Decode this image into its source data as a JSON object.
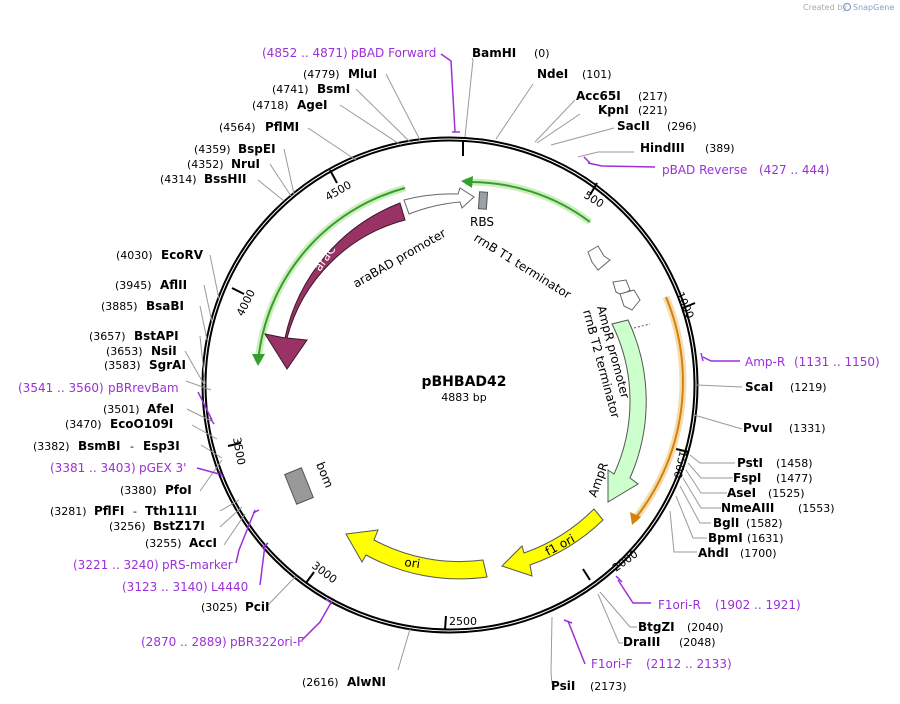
{
  "credit": {
    "created_by": "Created by",
    "brand": "SnapGene"
  },
  "plasmid": {
    "name": "pBHBAD42",
    "size": "4883 bp"
  },
  "ticks": [
    "500",
    "1000",
    "1500",
    "2000",
    "2500",
    "3000",
    "3500",
    "4000",
    "4500"
  ],
  "sites": [
    {
      "name": "BamHI",
      "pos": "(0)"
    },
    {
      "name": "NdeI",
      "pos": "(101)"
    },
    {
      "name": "Acc65I",
      "pos": "(217)"
    },
    {
      "name": "KpnI",
      "pos": "(221)"
    },
    {
      "name": "SacII",
      "pos": "(296)"
    },
    {
      "name": "HindIII",
      "pos": "(389)"
    },
    {
      "name": "ScaI",
      "pos": "(1219)"
    },
    {
      "name": "PvuI",
      "pos": "(1331)"
    },
    {
      "name": "PstI",
      "pos": "(1458)"
    },
    {
      "name": "FspI",
      "pos": "(1477)"
    },
    {
      "name": "AseI",
      "pos": "(1525)"
    },
    {
      "name": "NmeAIII",
      "pos": "(1553)"
    },
    {
      "name": "BglI",
      "pos": "(1582)"
    },
    {
      "name": "BpmI",
      "pos": "(1631)"
    },
    {
      "name": "AhdI",
      "pos": "(1700)"
    },
    {
      "name": "BtgZI",
      "pos": "(2040)"
    },
    {
      "name": "DraIII",
      "pos": "(2048)"
    },
    {
      "name": "PsiI",
      "pos": "(2173)"
    },
    {
      "name": "AlwNI",
      "pos": "(2616)"
    },
    {
      "name": "PciI",
      "pos": "(3025)"
    },
    {
      "name": "AccI",
      "pos": "(3255)"
    },
    {
      "name": "BstZ17I",
      "pos": "(3256)"
    },
    {
      "name": "PflFI",
      "pos": "(3281)"
    },
    {
      "name": "Tth111I",
      "pos": ""
    },
    {
      "name": "PfoI",
      "pos": "(3380)"
    },
    {
      "name": "BsmBI",
      "pos": "(3382)"
    },
    {
      "name": "Esp3I",
      "pos": ""
    },
    {
      "name": "EcoO109I",
      "pos": "(3470)"
    },
    {
      "name": "AfeI",
      "pos": "(3501)"
    },
    {
      "name": "SgrAI",
      "pos": "(3583)"
    },
    {
      "name": "NsiI",
      "pos": "(3653)"
    },
    {
      "name": "BstAPI",
      "pos": "(3657)"
    },
    {
      "name": "BsaBI",
      "pos": "(3885)"
    },
    {
      "name": "AflII",
      "pos": "(3945)"
    },
    {
      "name": "EcoRV",
      "pos": "(4030)"
    },
    {
      "name": "BssHII",
      "pos": "(4314)"
    },
    {
      "name": "NruI",
      "pos": "(4352)"
    },
    {
      "name": "BspEI",
      "pos": "(4359)"
    },
    {
      "name": "PflMI",
      "pos": "(4564)"
    },
    {
      "name": "AgeI",
      "pos": "(4718)"
    },
    {
      "name": "BsmI",
      "pos": "(4741)"
    },
    {
      "name": "MluI",
      "pos": "(4779)"
    }
  ],
  "primers": [
    {
      "name": "pBAD Forward",
      "range": "(4852 .. 4871)"
    },
    {
      "name": "pBAD Reverse",
      "range": "(427 .. 444)"
    },
    {
      "name": "Amp-R",
      "range": "(1131 .. 1150)"
    },
    {
      "name": "F1ori-R",
      "range": "(1902 .. 1921)"
    },
    {
      "name": "F1ori-F",
      "range": "(2112 .. 2133)"
    },
    {
      "name": "pBR322ori-F",
      "range": "(2870 .. 2889)"
    },
    {
      "name": "L4440",
      "range": "(3123 .. 3140)"
    },
    {
      "name": "pRS-marker",
      "range": "(3221 .. 3240)"
    },
    {
      "name": "pGEX 3'",
      "range": "(3381 .. 3403)"
    },
    {
      "name": "pBRrevBam",
      "range": "(3541 .. 3560)"
    }
  ],
  "features": [
    {
      "name": "RBS"
    },
    {
      "name": "rrnB T1 terminator"
    },
    {
      "name": "AmpR promoter"
    },
    {
      "name": "rrnB T2 terminator"
    },
    {
      "name": "AmpR"
    },
    {
      "name": "f1 ori"
    },
    {
      "name": "ori"
    },
    {
      "name": "bom"
    },
    {
      "name": "araC"
    },
    {
      "name": "araBAD promoter"
    }
  ],
  "colors": {
    "primer": "#9b30d9",
    "amp": "#ccffcc",
    "ori": "#ffff00",
    "arac": "#993366",
    "bom": "#999999",
    "orf_green": "#33a02c",
    "orf_orange": "#d4820a"
  }
}
